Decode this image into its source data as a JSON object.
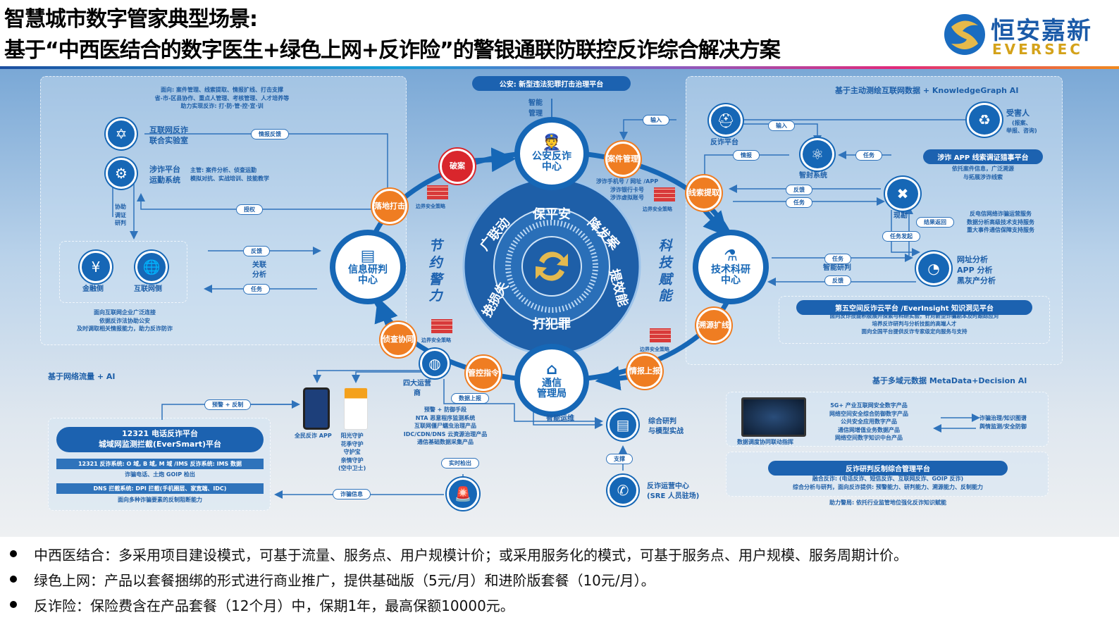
{
  "header": {
    "line1": "智慧城市数字管家典型场景:",
    "line2": "基于“中西医结合的数字医生+绿色上网+反诈险”的警银通联防联控反诈综合解决方案",
    "logo_cn": "恒安嘉新",
    "logo_en": "EVERSEC"
  },
  "colors": {
    "primary": "#1667b6",
    "orange": "#ef7d22",
    "red": "#d9262c"
  },
  "center": {
    "top_platform": "公安: 新型违法犯罪打击治理平台",
    "smart_mgmt": "智能管理",
    "police_center": [
      "公安反诈",
      "中心"
    ],
    "info_center": [
      "信息研判",
      "中心"
    ],
    "tech_center": [
      "技术科研",
      "中心"
    ],
    "telecom": [
      "通信",
      "管理局"
    ],
    "steps": {
      "po_an": "破案",
      "case_mgmt": [
        "案件",
        "管理"
      ],
      "clue": [
        "线索",
        "提取"
      ],
      "trace": [
        "溯源",
        "扩线"
      ],
      "report": [
        "情报",
        "上报"
      ],
      "control": [
        "管控",
        "指令"
      ],
      "investigate": [
        "侦查",
        "协同"
      ],
      "strike": [
        "落地",
        "打击"
      ]
    },
    "case_items": [
      "涉诈手机号 / 网址 /APP",
      "涉诈银行卡号",
      "涉诈虚拟账号"
    ],
    "border_policy": "边界安全策略",
    "left_slogan": "节约警力",
    "right_slogan": "科技赋能",
    "ring_words": [
      "保平安",
      "降发案",
      "提效能",
      "打犯罪",
      "挽损失",
      "广联动"
    ],
    "smart_ops": "智能运维",
    "data_report": "数据上报",
    "realtime": "实时检出",
    "fraud_info": "诈骗信息",
    "support": "支撑",
    "operators": "四大运营商",
    "research": [
      "综合研判",
      "与模型实战"
    ],
    "ops_center": [
      "反诈运营中心",
      "(SRE 人员驻场)"
    ]
  },
  "left_panel": {
    "desc": [
      "面向: 案件管理、线索提取、情报扩线、打击支撑",
      "省-市-区县协作、重点人管理、考核管理、人才培养等",
      "助力实现反诈: 打·防·管·控·宣·训"
    ],
    "lab": [
      "互联网反诈",
      "联合实验室"
    ],
    "drill": [
      "涉诈平台",
      "运勤系统"
    ],
    "drill_desc": [
      "主管: 案件分析、侦查运勤",
      "模拟对抗、实战培训、技能教学"
    ],
    "intel_feedback": "情报反馈",
    "authorize": "授权",
    "assist": [
      "协助",
      "调证",
      "研判"
    ],
    "feedback": "反馈",
    "task": "任务",
    "relation": [
      "关联",
      "分析"
    ],
    "finance": "金融侧",
    "internet": "互联网侧",
    "bottom_desc": [
      "面向互联网企业广泛连接",
      "依据反诈法协助公安",
      "及时调取相关情报能力，助力反诈防诈"
    ]
  },
  "right_panel": {
    "title": "基于主动测绘互联网数据 + KnowledgeGraph AI",
    "platform": "反诈平台",
    "victim": "受害人",
    "victim_sub": [
      "(报案、",
      "举报、咨询)"
    ],
    "input": "输入",
    "intel": "情报",
    "task": "任务",
    "feedback": "反馈",
    "smart_block": "智封系统",
    "app_platform": "涉诈 APP 线索调证猎事平台",
    "app_desc": [
      "依托案件信息，广泛溯源",
      "与拓展涉诈线索"
    ],
    "survey": "现勘",
    "result_return": "结果返回",
    "task_start": "任务发起",
    "services": [
      "反电信网络诈骗运营服务",
      "数据分析高级技术支持服务",
      "重大事件通信保障支持服务"
    ],
    "smart_judge": "智能研判",
    "analysis": [
      "网址分析",
      "APP 分析",
      "黑灰产分析"
    ],
    "cloud": "第五空间反诈云平台 /EverInsight 知识洞见平台",
    "cloud_desc": [
      "面向反诈技能积极展开探索与科研实验，针对新型诈骗剧本及时跟踪应对",
      "培养反诈研判与分析技能的高端人才",
      "面向全国平台提供反诈专家级定向服务与支持"
    ]
  },
  "bottom_left": {
    "title": "基于网络流量 + AI",
    "warn": "预警 + 反制",
    "platform": [
      "12321 电话反诈平台",
      "城域网监测拦截(EverSmart)平台"
    ],
    "sys1": "12321 反诈系统: O 域, B 域, M 域 /IMS 反诈系统: IMS 数据",
    "sys1_desc": "诈骗电话、土炮 GOIP 检出",
    "sys2": "DNS 拦截系统: DPI 拦截(手机圈层、家宽端、IDC)",
    "sys2_desc": "面向多种诈骗要素的反制阻断能力",
    "app": "全民反诈 APP",
    "guards": [
      "阳光守护",
      "花季守护",
      "守护宝",
      "亲情守护",
      "(空中卫士)"
    ],
    "defense": [
      "预警 + 防御手段",
      "NTA 恶意程序监测系统",
      "互联网僵尸蠕虫治理产品",
      "IDC/CDN/DNS 云资源治理产品",
      "通信基础数据采集产品"
    ]
  },
  "bottom_right": {
    "title": "基于多域元数据 MetaData+Decision AI",
    "laptop_label": "数据调度协同联动指挥",
    "products": [
      "5G+ 产业互联网安全数字产品",
      "网络空间安全综合防御数字产品",
      "公共安全应用数字产品",
      "通信网增值业务数据产品",
      "网络空间数字知识中台产品"
    ],
    "right_items": [
      "诈骗治理/知识图谱",
      "舆情监测/安全防御"
    ],
    "mgmt": "反诈研判反制综合管理平台",
    "mgmt_desc": [
      "融合反诈: (电话反诈、短信反诈、互联网反诈、GOIP 反诈)",
      "综合分析与研判，面向反诈提供: 预警能力、研判能力、溯源能力、反制能力"
    ],
    "assist": "助力警局: 依托行业监管地位强化反诈知识赋能"
  },
  "bullets": [
    "中西医结合：多采用项目建设模式，可基于流量、服务点、用户规模计价；或采用服务化的模式，可基于服务点、用户规模、服务周期计价。",
    "绿色上网：产品以套餐捆绑的形式进行商业推广，提供基础版（5元/月）和进阶版套餐（10元/月）。",
    "反诈险：保险费含在产品套餐（12个月）中，保期1年，最高保额10000元。"
  ]
}
